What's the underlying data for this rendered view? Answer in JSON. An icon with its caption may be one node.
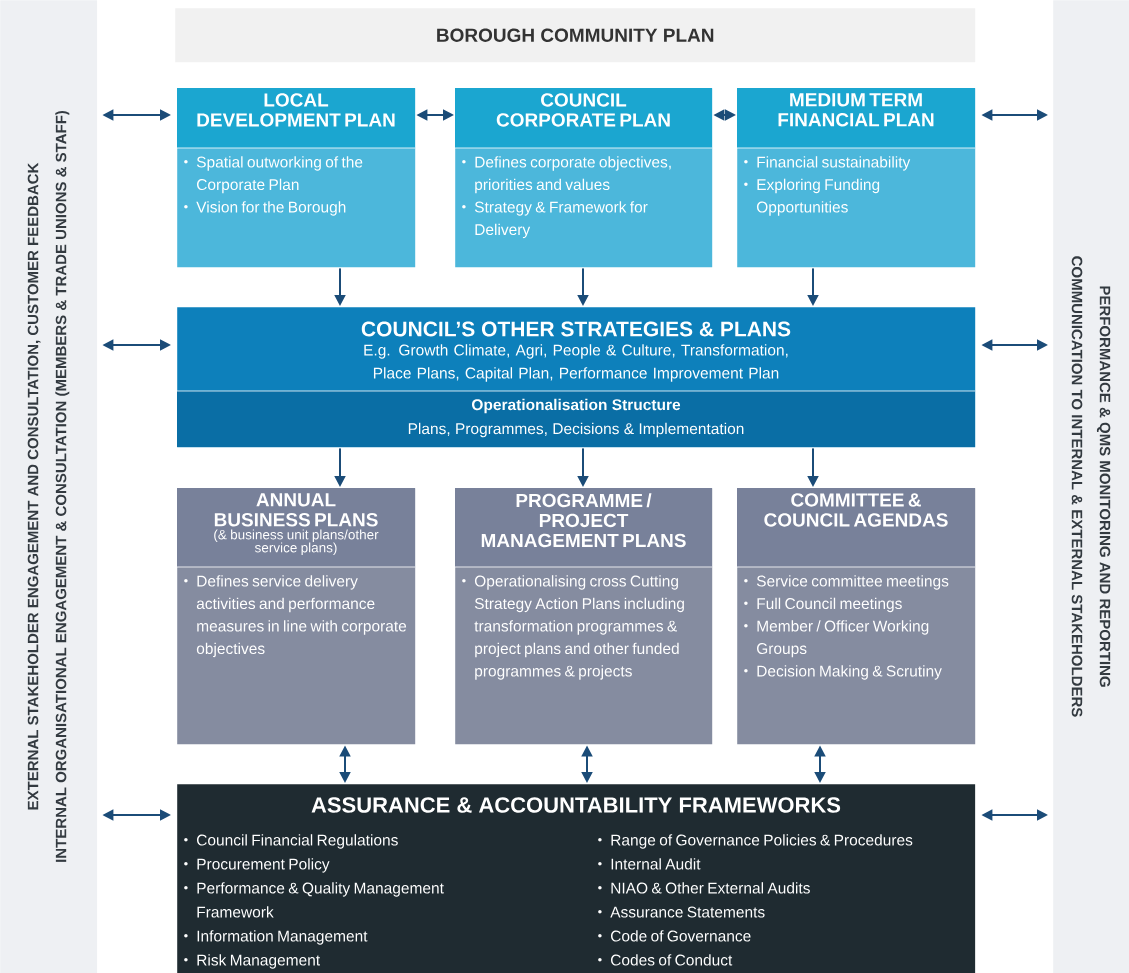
{
  "diagram": {
    "nodes": [
      {
        "text": [
          "EXTERNAL STAKEHOLDER ENGAGEMENT AND CONSULTATION, CUSTOMER FEEDBACK",
          "INTERNAL ORGANISATIONAL ENGAGEMENT & CONSULTATION (MEMBERS & TRADE UNIONS & STAFF)"
        ]
      },
      {
        "text": [
          "PERFORMANCE & QMS MONITORING AND REPORTING",
          "COMMUNICATION TO INTERNAL & EXTERNAL STAKEHOLDERS"
        ]
      },
      {
        "text": [
          "BOROUGH COMMUNITY PLAN"
        ]
      },
      {
        "text": [
          "LOCAL DEVELOPMENT PLAN",
          "Spatial outworking of the Corporate Plan",
          "Vision for the Borough"
        ]
      },
      {
        "text": [
          "COUNCIL CORPORATE PLAN",
          "Defines corporate objectives, priorities and values",
          "Strategy & Framework for Delivery"
        ]
      },
      {
        "text": [
          "MEDIUM TERM FINANCIAL PLAN",
          "Financial sustainability",
          "Exploring Funding Opportunities"
        ]
      },
      {
        "text": [
          "COUNCIL’S OTHER STRATEGIES & PLANS",
          "E.g. Growth Climate, Agri, People & Culture, Transformation, Place Plans, Capital Plan, Performance Improvement Plan",
          "Operationalisation Structure",
          "Plans, Programmes, Decisions & Implementation"
        ]
      },
      {
        "text": [
          "ANNUAL BUSINESS PLANS",
          "(& business unit plans/other service plans)",
          "Defines service delivery activities and performance measures in line with corporate objectives"
        ]
      },
      {
        "text": [
          "PROGRAMME / PROJECT MANAGEMENT PLANS",
          "Operationalising cross Cutting Strategy Action Plans including transformation programmes & project plans and other funded programmes & projects"
        ]
      },
      {
        "text": [
          "COMMITTEE & COUNCIL AGENDAS",
          "Service committee meetings",
          "Full Council meetings",
          "Member / Officer Working Groups",
          "Decision Making & Scrutiny"
        ]
      },
      {
        "text": [
          "ASSURANCE & ACCOUNTABILITY FRAMEWORKS",
          "Council Financial Regulations",
          "Procurement Policy",
          "Performance & Quality Management Framework",
          "Information Management",
          "Risk Management",
          "Range of Governance Policies & Procedures",
          "Internal Audit",
          "NIAO & Other External Audits",
          "Assurance Statements",
          "Code of Governance",
          "Codes of Conduct"
        ]
      }
    ],
    "edges": [
      {
        "from": 0,
        "to": 3,
        "arrow": "both"
      },
      {
        "from": 3,
        "to": 4,
        "arrow": "both"
      },
      {
        "from": 4,
        "to": 5,
        "arrow": "both"
      },
      {
        "from": 5,
        "to": 1,
        "arrow": "both"
      },
      {
        "from": 3,
        "to": 6,
        "arrow": "to"
      },
      {
        "from": 4,
        "to": 6,
        "arrow": "to"
      },
      {
        "from": 5,
        "to": 6,
        "arrow": "to"
      },
      {
        "from": 0,
        "to": 6,
        "arrow": "both"
      },
      {
        "from": 6,
        "to": 1,
        "arrow": "both"
      },
      {
        "from": 6,
        "to": 7,
        "arrow": "to"
      },
      {
        "from": 6,
        "to": 8,
        "arrow": "to"
      },
      {
        "from": 6,
        "to": 9,
        "arrow": "to"
      },
      {
        "from": 7,
        "to": 10,
        "arrow": "both"
      },
      {
        "from": 8,
        "to": 10,
        "arrow": "both"
      },
      {
        "from": 9,
        "to": 10,
        "arrow": "both"
      },
      {
        "from": 0,
        "to": 10,
        "arrow": "both"
      },
      {
        "from": 10,
        "to": 1,
        "arrow": "both"
      }
    ]
  }
}
